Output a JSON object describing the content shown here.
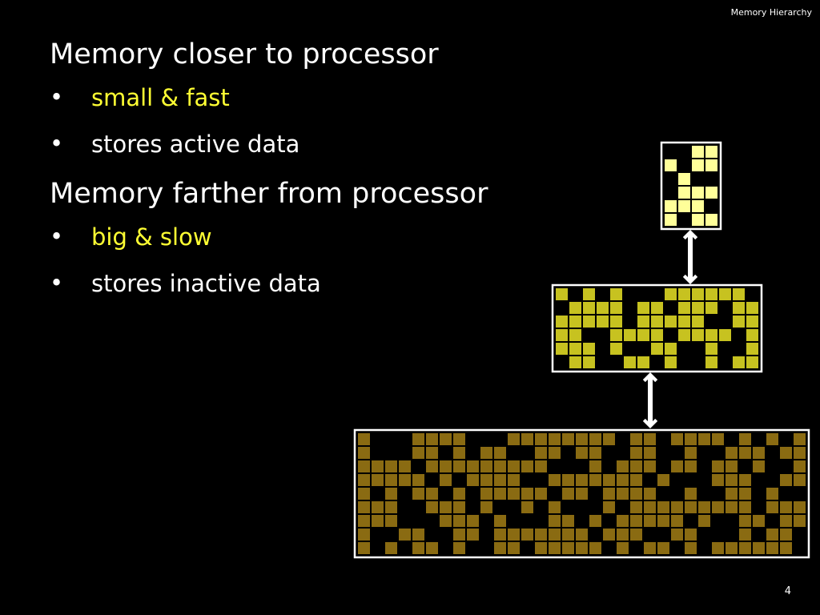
{
  "slide": {
    "header": "Memory Hierarchy",
    "page_number": "4",
    "items": [
      {
        "level": 1,
        "text": "Memory closer to processor",
        "highlight": false
      },
      {
        "level": 2,
        "text": "small & fast",
        "highlight": true
      },
      {
        "level": 2,
        "text": "stores active data",
        "highlight": false
      },
      {
        "level": 1,
        "text": "Memory farther from processor",
        "highlight": false
      },
      {
        "level": 2,
        "text": "big & slow",
        "highlight": true
      },
      {
        "level": 2,
        "text": "stores inactive data",
        "highlight": false
      }
    ],
    "bullet": "•"
  },
  "colors": {
    "background": "#000000",
    "text": "#ffffff",
    "highlight": "#ffff33",
    "cache_fill": "#ffff99",
    "mid_fill": "#c7c220",
    "main_fill": "#8a6b12",
    "border": "#ffffff"
  }
}
